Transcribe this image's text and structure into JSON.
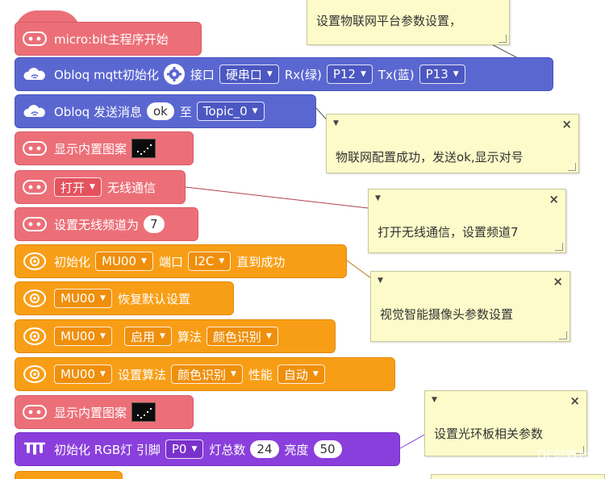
{
  "blocks": {
    "start": "micro:bit主程序开始",
    "obloq_init": {
      "label": "Obloq mqtt初始化",
      "port_label": "接口",
      "port": "硬串口",
      "rx_label": "Rx(绿)",
      "rx": "P12",
      "tx_label": "Tx(蓝)",
      "tx": "P13"
    },
    "obloq_send": {
      "label": "Obloq 发送消息",
      "message": "ok",
      "to_label": "至",
      "topic": "Topic_0"
    },
    "show_image_1": {
      "label": "显示内置图案"
    },
    "radio": {
      "action": "打开",
      "label": "无线通信"
    },
    "radio_channel": {
      "label": "设置无线频道为",
      "value": "7"
    },
    "mu_init": {
      "label": "初始化",
      "device": "MU00",
      "port_label": "端口",
      "port": "I2C",
      "suffix": "直到成功"
    },
    "mu_reset": {
      "device": "MU00",
      "label": "恢复默认设置"
    },
    "mu_enable": {
      "device": "MU00",
      "state": "启用",
      "label": "算法",
      "algorithm": "颜色识别"
    },
    "mu_perf": {
      "device": "MU00",
      "label": "设置算法",
      "algorithm": "颜色识别",
      "perf_label": "性能",
      "perf": "自动"
    },
    "show_image_2": {
      "label": "显示内置图案"
    },
    "rgb_init": {
      "label": "初始化 RGB灯 引脚",
      "pin": "P0",
      "count_label": "灯总数",
      "count": "24",
      "bright_label": "亮度",
      "brightness": "50"
    }
  },
  "comments": {
    "c1": "设置物联网平台参数设置，",
    "c2": "物联网配置成功，发送ok,显示对号",
    "c3": "打开无线通信，设置频道7",
    "c4": "视觉智能摄像头参数设置",
    "c5": "设置光环板相关参数"
  },
  "colors": {
    "microbit": "#ec6f78",
    "obloq": "#5b67d1",
    "mu": "#f89e16",
    "rgb": "#8a3fdc",
    "comment": "#fdfbc9"
  },
  "watermark": "DF创客社区"
}
